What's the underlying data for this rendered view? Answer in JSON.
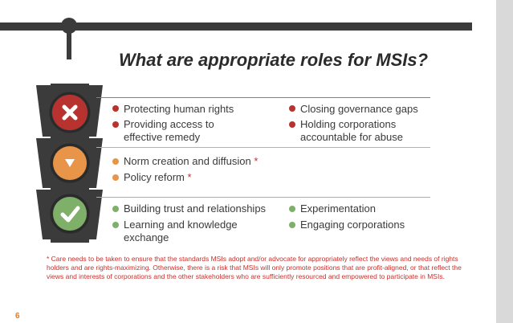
{
  "title": "What are appropriate roles for MSIs?",
  "colors": {
    "red": "#b8332f",
    "orange": "#e8954a",
    "green": "#7fb069",
    "dark": "#3b3b3b"
  },
  "rows": [
    {
      "icon": "x-icon",
      "left": [
        "Protecting human rights",
        "Providing  access to effective remedy"
      ],
      "right": [
        "Closing governance gaps",
        "Holding corporations accountable for abuse"
      ]
    },
    {
      "icon": "triangle-down-icon",
      "left": [
        "Norm creation and diffusion",
        "Policy reform"
      ],
      "left_marks": [
        "*",
        "*"
      ]
    },
    {
      "icon": "checkmark-icon",
      "left": [
        "Building trust and relationships",
        "Learning and knowledge exchange"
      ],
      "right": [
        "Experimentation",
        "Engaging corporations"
      ]
    }
  ],
  "footnote": "* Care needs to be taken to ensure that the standards MSIs adopt and/or advocate for appropriately reflect the views and needs of rights holders and are rights-maximizing. Otherwise, there is a risk that MSIs will only promote positions that are profit-aligned, or that reflect the views and interests of corporations and the other stakeholders who are sufficiently resourced and empowered to participate in MSIs.",
  "page_number": "6"
}
